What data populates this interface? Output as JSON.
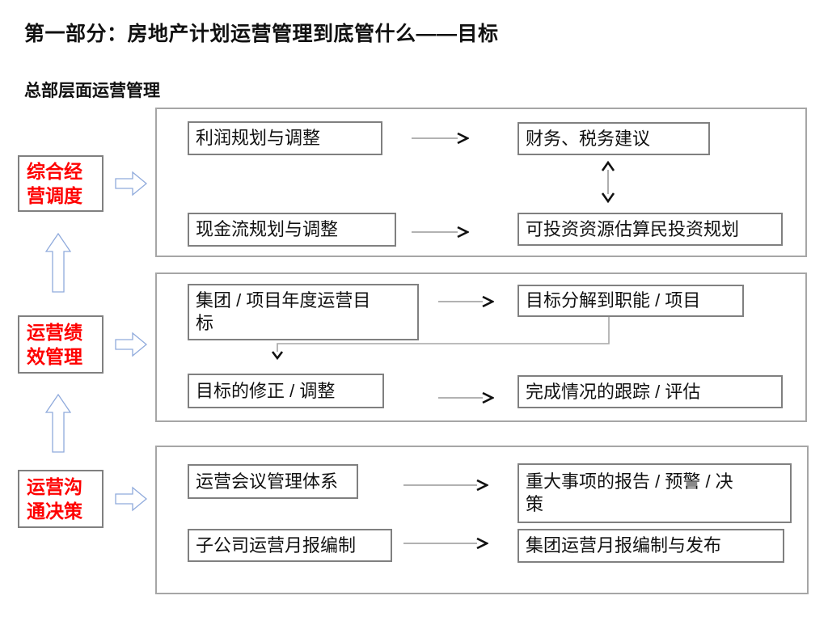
{
  "page": {
    "title": "第一部分：房地产计划运营管理到底管什么——目标",
    "subtitle": "总部层面运营管理"
  },
  "colors": {
    "accent_red": "#fe0000",
    "box_border_gray": "#808080",
    "section_border_gray": "#a6a6a6",
    "block_arrow_blue": "#8faadc",
    "connector_gray": "#999999",
    "text_black": "#111111"
  },
  "icons": {
    "right_block_arrow": "⇨",
    "up_block_arrow": "⇧",
    "thin_right_arrow": "→",
    "down_arrow": "↓",
    "double_vertical_arrow": "↕"
  },
  "left_labels": [
    {
      "text": "综合经\n营调度"
    },
    {
      "text": "运营绩\n效管理"
    },
    {
      "text": "运营沟\n通决策"
    }
  ],
  "sections": [
    {
      "rows": [
        {
          "left": "利润规划与调整",
          "right": "财务、税务建议"
        },
        {
          "left": "现金流规划与调整",
          "right": "可投资资源估算民投资规划"
        }
      ]
    },
    {
      "rows": [
        {
          "left": "集团 / 项目年度运营目\n标",
          "right": "目标分解到职能 / 项目"
        },
        {
          "left": "目标的修正 / 调整",
          "right": "完成情况的跟踪 / 评估"
        }
      ]
    },
    {
      "rows": [
        {
          "left": "运营会议管理体系",
          "right": "重大事项的报告 / 预警 / 决\n策"
        },
        {
          "left": "子公司运营月报编制",
          "right": "集团运营月报编制与发布"
        }
      ]
    }
  ]
}
